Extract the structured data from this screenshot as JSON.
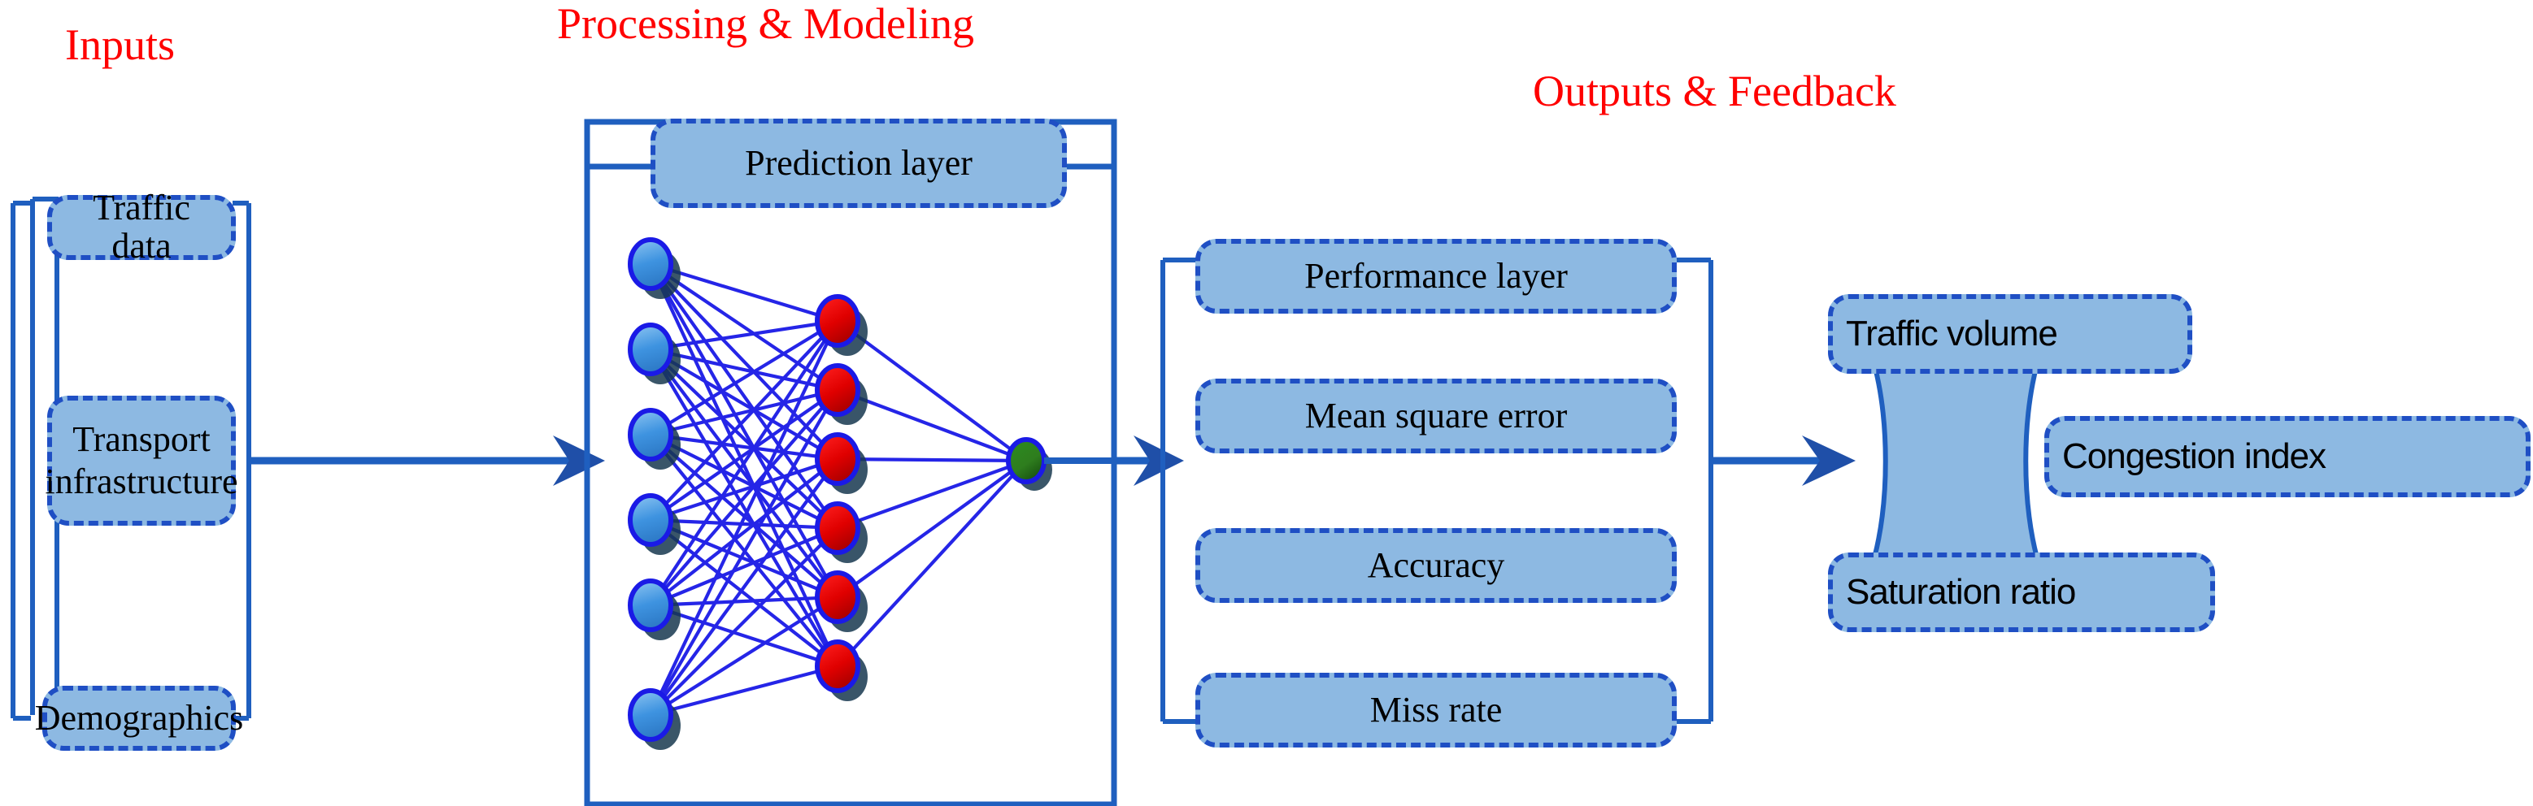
{
  "headers": [
    {
      "id": "inputs",
      "label": "Inputs"
    },
    {
      "id": "processing",
      "label": "Processing & Modeling"
    },
    {
      "id": "outputs",
      "label": "Outputs & Feedback"
    }
  ],
  "inputs_group": {
    "boxes": [
      {
        "id": "traffic-data",
        "label": "Traffic data"
      },
      {
        "id": "transport-infrastructure",
        "label": "Transport\ninfrastructure"
      },
      {
        "id": "demographics",
        "label": "Demographics"
      }
    ]
  },
  "processing_group": {
    "prediction_layer": {
      "label": "Prediction layer"
    },
    "network": {
      "input_nodes": 6,
      "hidden_nodes": 6,
      "output_nodes": 1,
      "input_node_color": "#2E8BE0",
      "hidden_node_color": "#E00000",
      "output_node_color": "#2E7D1E",
      "edge_color": "#1A1AE6"
    }
  },
  "outputs_group": {
    "boxes": [
      {
        "id": "performance-layer",
        "label": "Performance layer"
      },
      {
        "id": "mean-square-error",
        "label": "Mean square error"
      },
      {
        "id": "accuracy",
        "label": "Accuracy"
      },
      {
        "id": "miss-rate",
        "label": "Miss rate"
      }
    ]
  },
  "feedback_group": {
    "boxes": [
      {
        "id": "traffic-volume",
        "label": "Traffic volume"
      },
      {
        "id": "congestion-index",
        "label": "Congestion index"
      },
      {
        "id": "saturation-ratio",
        "label": "Saturation ratio"
      }
    ]
  },
  "colors": {
    "header_red": "#FF0000",
    "box_fill": "#8DB9E2",
    "box_border": "#1F4FC4",
    "connector_blue": "#1F5FBF",
    "text_black": "#000000"
  },
  "connectors": {
    "arrows": [
      {
        "id": "inputs-to-processing"
      },
      {
        "id": "processing-to-outputs"
      },
      {
        "id": "outputs-to-feedback"
      }
    ]
  }
}
